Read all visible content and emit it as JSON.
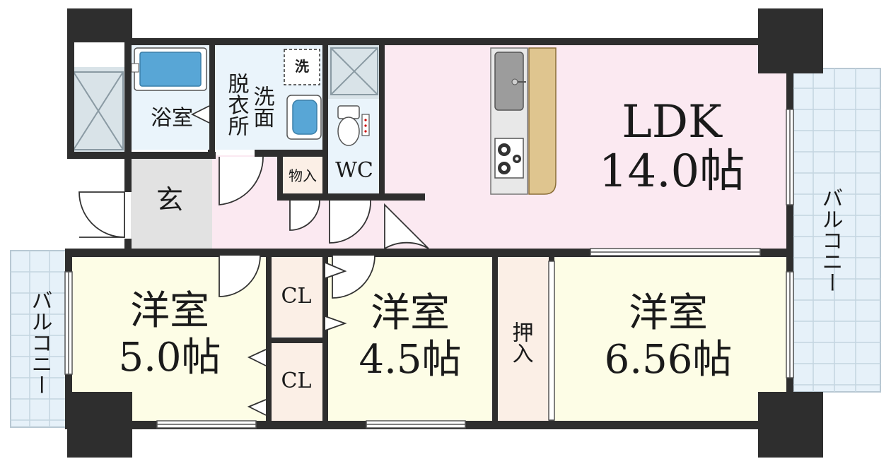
{
  "rooms": {
    "ldk": {
      "name": "LDK",
      "size": "14.0帖"
    },
    "western_left": {
      "name": "洋室",
      "size": "5.0帖"
    },
    "western_center": {
      "name": "洋室",
      "size": "4.5帖"
    },
    "western_right": {
      "name": "洋室",
      "size": "6.56帖"
    },
    "bath": "浴室",
    "dressing": "脱衣所",
    "washbasin": "洗面",
    "washer": "洗",
    "wc": "WC",
    "storage": "物入",
    "entrance": "玄",
    "closet_upper": "CL",
    "closet_lower": "CL",
    "oshiire": "押入"
  },
  "balconies": {
    "right": "バルコニー",
    "left": "バルコニー"
  },
  "colors": {
    "wall": "#2e2e2e",
    "ldk_floor": "#fbe9f1",
    "western_floor": "#fdfde6",
    "wet_area": "#eaf4fb",
    "entrance": "#e2e2e2",
    "closet": "#fbefe6",
    "counter": "#dfc58f",
    "balcony": "#e6f1f9",
    "pipe_space": "#d9e3e8"
  }
}
